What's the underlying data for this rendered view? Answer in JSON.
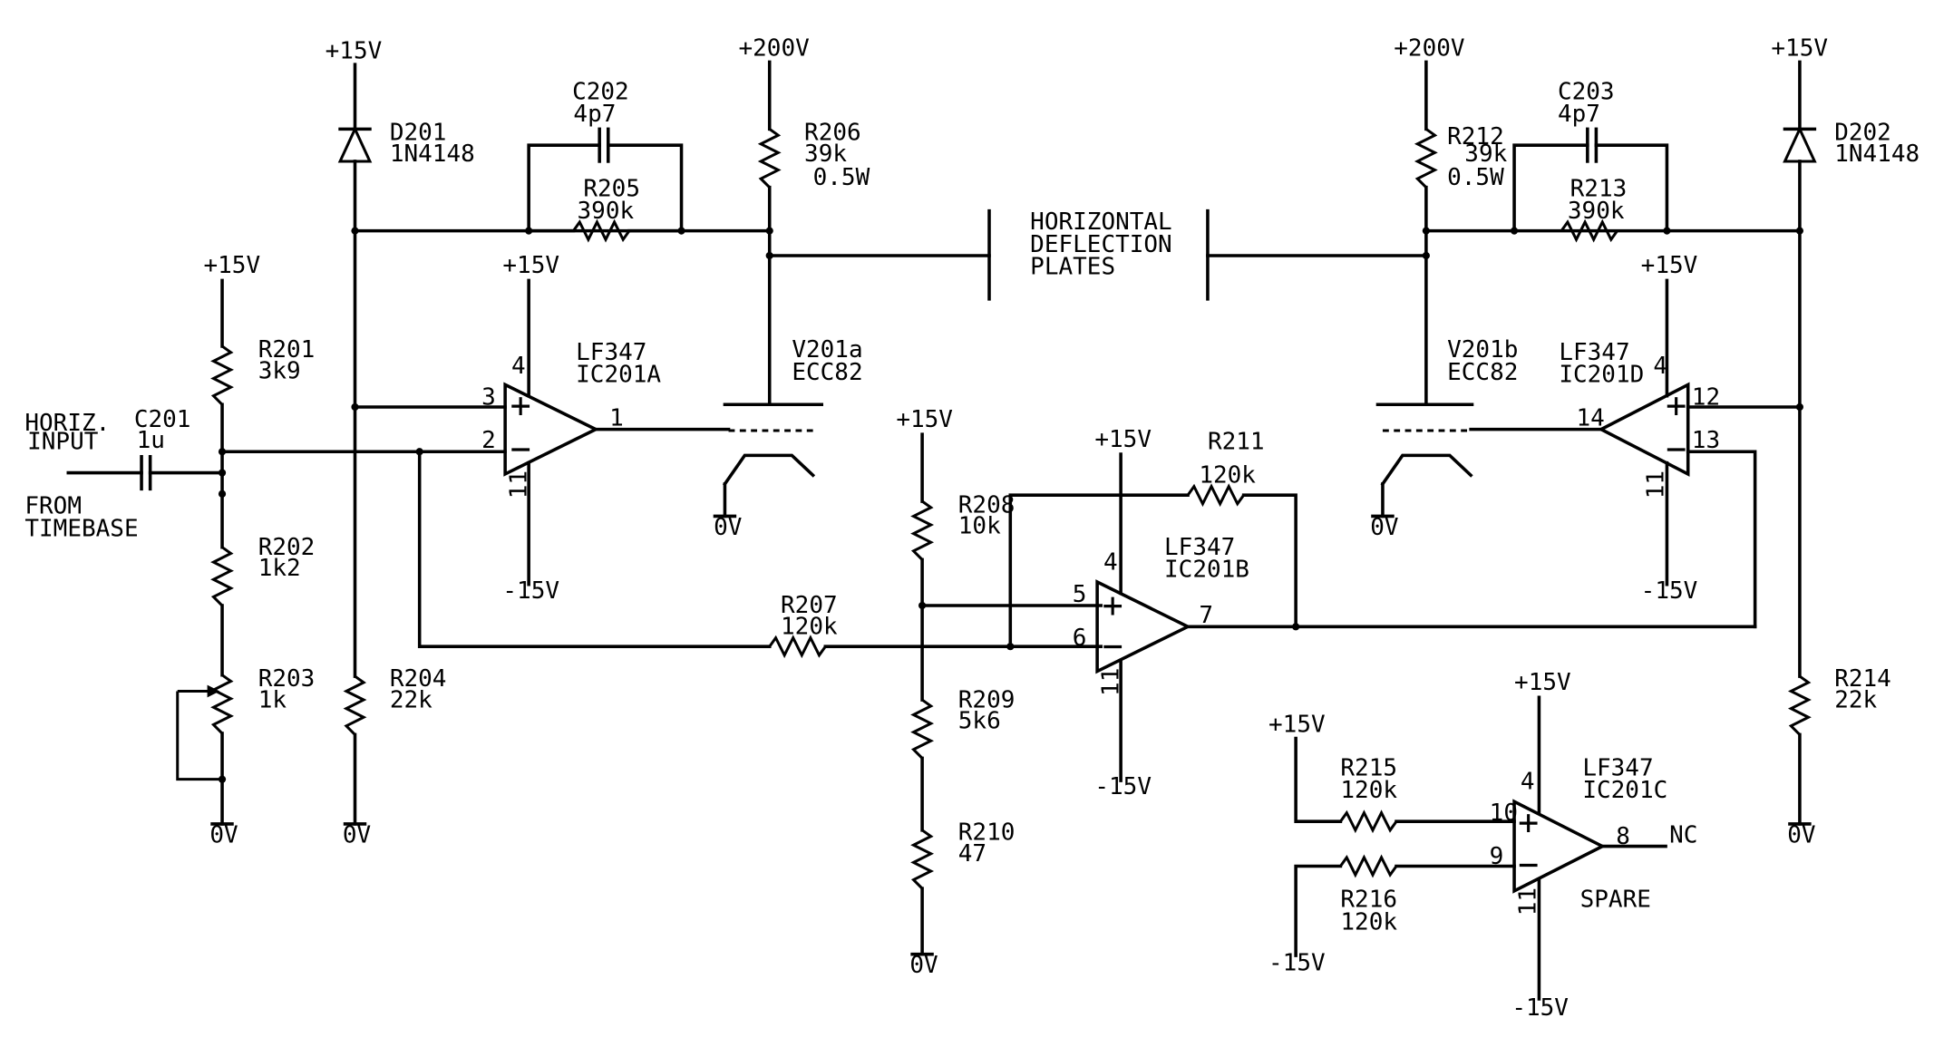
{
  "rails": {
    "p15": "+15V",
    "m15": "-15V",
    "p200": "+200V",
    "gnd": "0V"
  },
  "input": {
    "line1": "HORIZ.",
    "line2": "INPUT",
    "from1": "FROM",
    "from2": "TIMEBASE"
  },
  "c201": {
    "ref": "C201",
    "val": "1u"
  },
  "r201": {
    "ref": "R201",
    "val": "3k9"
  },
  "r202": {
    "ref": "R202",
    "val": "1k2"
  },
  "r203": {
    "ref": "R203",
    "val": "1k"
  },
  "r204": {
    "ref": "R204",
    "val": "22k"
  },
  "d201": {
    "ref": "D201",
    "val": "1N4148"
  },
  "c202": {
    "ref": "C202",
    "val": "4p7"
  },
  "r205": {
    "ref": "R205",
    "val": "390k"
  },
  "r206": {
    "ref": "R206",
    "val": "39k",
    "power": "0.5W"
  },
  "ic201a": {
    "part": "LF347",
    "ref": "IC201A",
    "pin_inp": "3",
    "pin_inn": "2",
    "pin_out": "1",
    "pin_vp": "4",
    "pin_vn": "11"
  },
  "v201a": {
    "ref": "V201a",
    "val": "ECC82"
  },
  "plates": {
    "line1": "HORIZONTAL",
    "line2": "DEFLECTION",
    "line3": "PLATES"
  },
  "r207": {
    "ref": "R207",
    "val": "120k"
  },
  "r208": {
    "ref": "R208",
    "val": "10k"
  },
  "r209": {
    "ref": "R209",
    "val": "5k6"
  },
  "r210": {
    "ref": "R210",
    "val": "47"
  },
  "r211": {
    "ref": "R211",
    "val": "120k"
  },
  "ic201b": {
    "part": "LF347",
    "ref": "IC201B",
    "pin_inp": "5",
    "pin_inn": "6",
    "pin_out": "7",
    "pin_vp": "4",
    "pin_vn": "11"
  },
  "r212": {
    "ref": "R212",
    "val": "39k",
    "power": "0.5W"
  },
  "c203": {
    "ref": "C203",
    "val": "4p7"
  },
  "r213": {
    "ref": "R213",
    "val": "390k"
  },
  "v201b": {
    "ref": "V201b",
    "val": "ECC82"
  },
  "ic201d": {
    "part": "LF347",
    "ref": "IC201D",
    "pin_inp": "12",
    "pin_inn": "13",
    "pin_out": "14",
    "pin_vp": "4",
    "pin_vn": "11"
  },
  "d202": {
    "ref": "D202",
    "val": "1N4148"
  },
  "r214": {
    "ref": "R214",
    "val": "22k"
  },
  "r215": {
    "ref": "R215",
    "val": "120k"
  },
  "r216": {
    "ref": "R216",
    "val": "120k"
  },
  "ic201c": {
    "part": "LF347",
    "ref": "IC201C",
    "pin_inp": "10",
    "pin_inn": "9",
    "pin_out": "8",
    "pin_vp": "4",
    "pin_vn": "11",
    "nc": "NC",
    "spare": "SPARE"
  },
  "symbols": {
    "plus": "+",
    "minus": "−"
  }
}
